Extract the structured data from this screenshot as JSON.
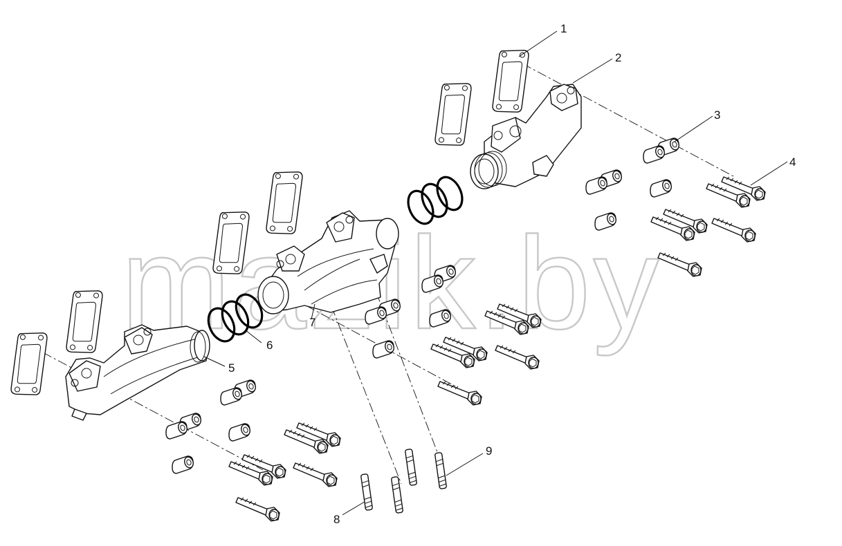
{
  "watermark": "mazik.by",
  "callouts": {
    "c1": "1",
    "c2": "2",
    "c3": "3",
    "c4": "4",
    "c5": "5",
    "c6": "6",
    "c7": "7",
    "c8": "8",
    "c9": "9"
  },
  "colors": {
    "line": "#111111",
    "watermark": "#c9c9c9",
    "background": "#ffffff"
  }
}
